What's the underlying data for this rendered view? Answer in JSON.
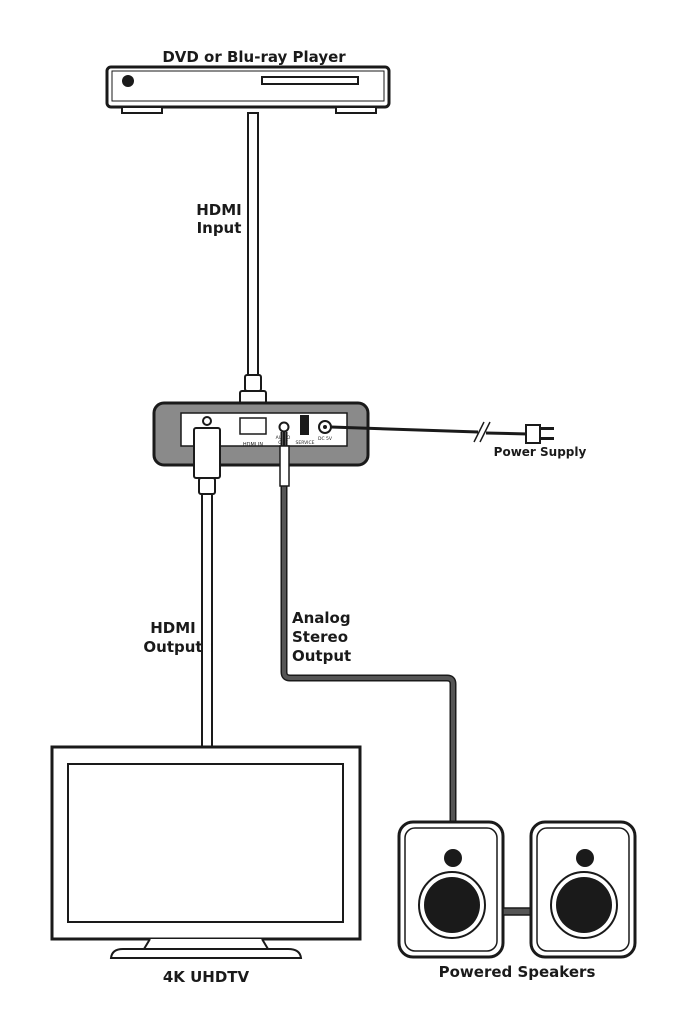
{
  "labels": {
    "dvd_player": "DVD or Blu-ray Player",
    "hdmi_input_line1": "HDMI",
    "hdmi_input_line2": "Input",
    "power_supply": "Power Supply",
    "hdmi_output_line1": "HDMI",
    "hdmi_output_line2": "Output",
    "analog_line1": "Analog",
    "analog_line2": "Stereo",
    "analog_line3": "Output",
    "tv": "4K UHDTV",
    "speakers": "Powered Speakers"
  },
  "ports": {
    "hdmi_in": "HDMI IN",
    "audio_out_line1": "AUDIO",
    "audio_out_line2": "OUT",
    "service": "SERVICE",
    "dc": "DC 5V"
  },
  "colors": {
    "outline": "#1a1a1a",
    "device_fill": "#8a8a8a",
    "audio_cable": "#555555"
  }
}
